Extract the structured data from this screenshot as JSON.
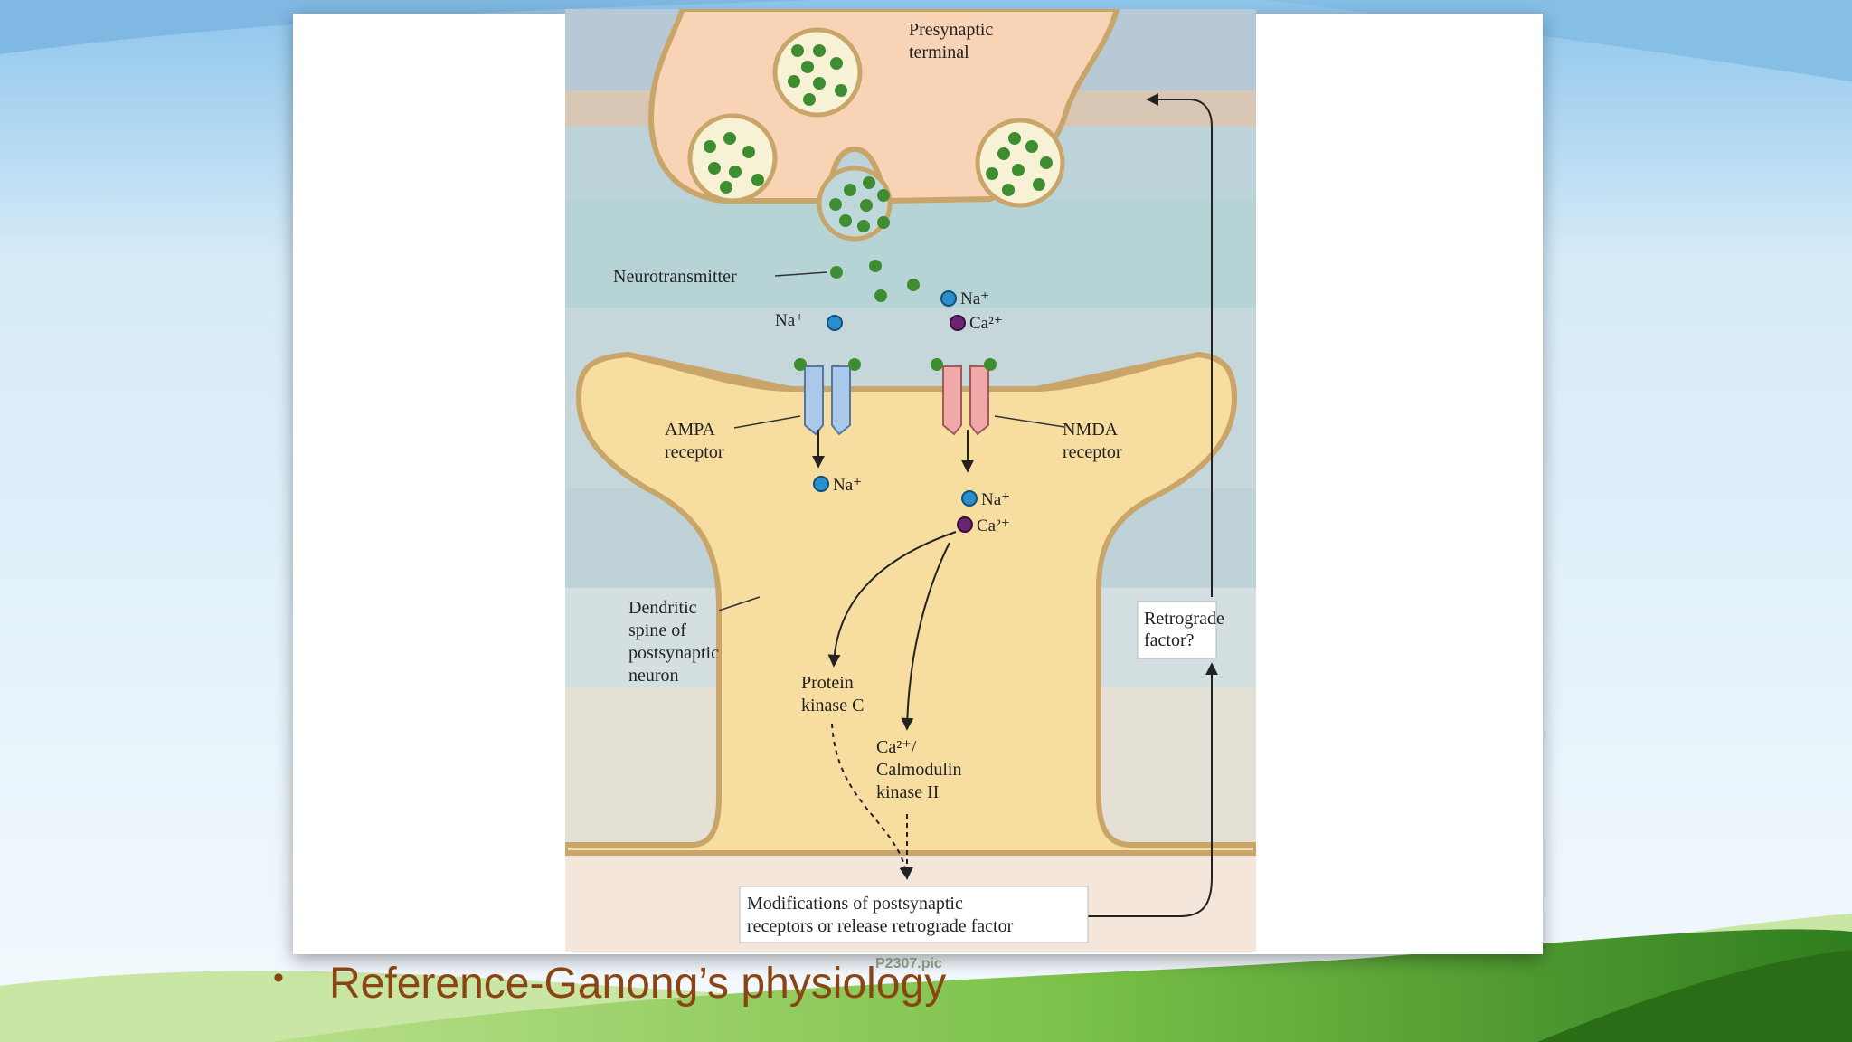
{
  "colors": {
    "presynaptic_fill": "#f9d3b6",
    "postsynaptic_fill": "#f8dda0",
    "membrane": "#c9a56a",
    "vesicle_dot": "#3e8e31",
    "na_ion": "#2b8fcf",
    "ca_ion": "#6a2470",
    "ampa": "#aac8ea",
    "nmda": "#f0a8a8",
    "reference_text": "#8b4513"
  },
  "diagram": {
    "presynaptic_label": [
      "Presynaptic",
      "terminal"
    ],
    "neurotransmitter_label": "Neurotransmitter",
    "ampa_label": [
      "AMPA",
      "receptor"
    ],
    "nmda_label": [
      "NMDA",
      "receptor"
    ],
    "dendritic_label": [
      "Dendritic",
      "spine of",
      "postsynaptic",
      "neuron"
    ],
    "protein_kinase_label": [
      "Protein",
      "kinase C"
    ],
    "camk_label": [
      "Ca²⁺/",
      "Calmodulin",
      "kinase II"
    ],
    "retrograde_label": [
      "Retrograde",
      "factor?"
    ],
    "modifications_label": [
      "Modifications of postsynaptic",
      "receptors or release retrograde factor"
    ],
    "na_ion": "Na⁺",
    "ca_ion": "Ca²⁺"
  },
  "footer_note": "P2307.pic",
  "reference": {
    "bullet": "•",
    "text": "Reference-Ganong’s physiology"
  }
}
